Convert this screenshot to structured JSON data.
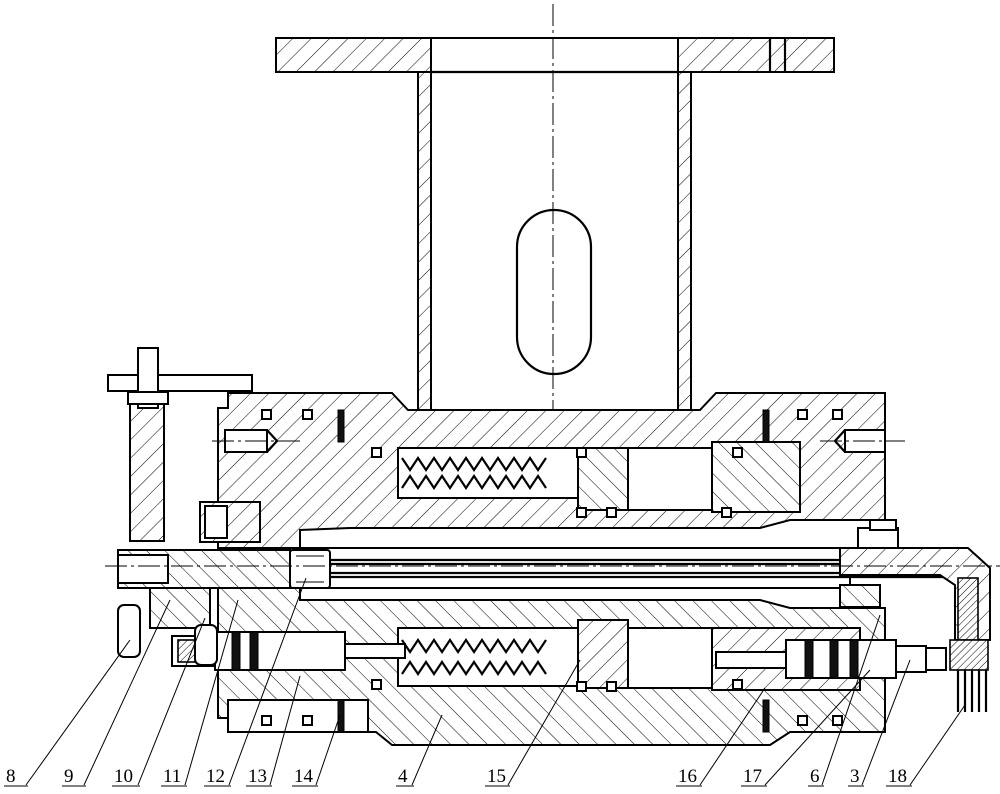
{
  "labels": [
    "8",
    "9",
    "10",
    "11",
    "12",
    "13",
    "14",
    "4",
    "15",
    "16",
    "17",
    "6",
    "3",
    "18"
  ]
}
